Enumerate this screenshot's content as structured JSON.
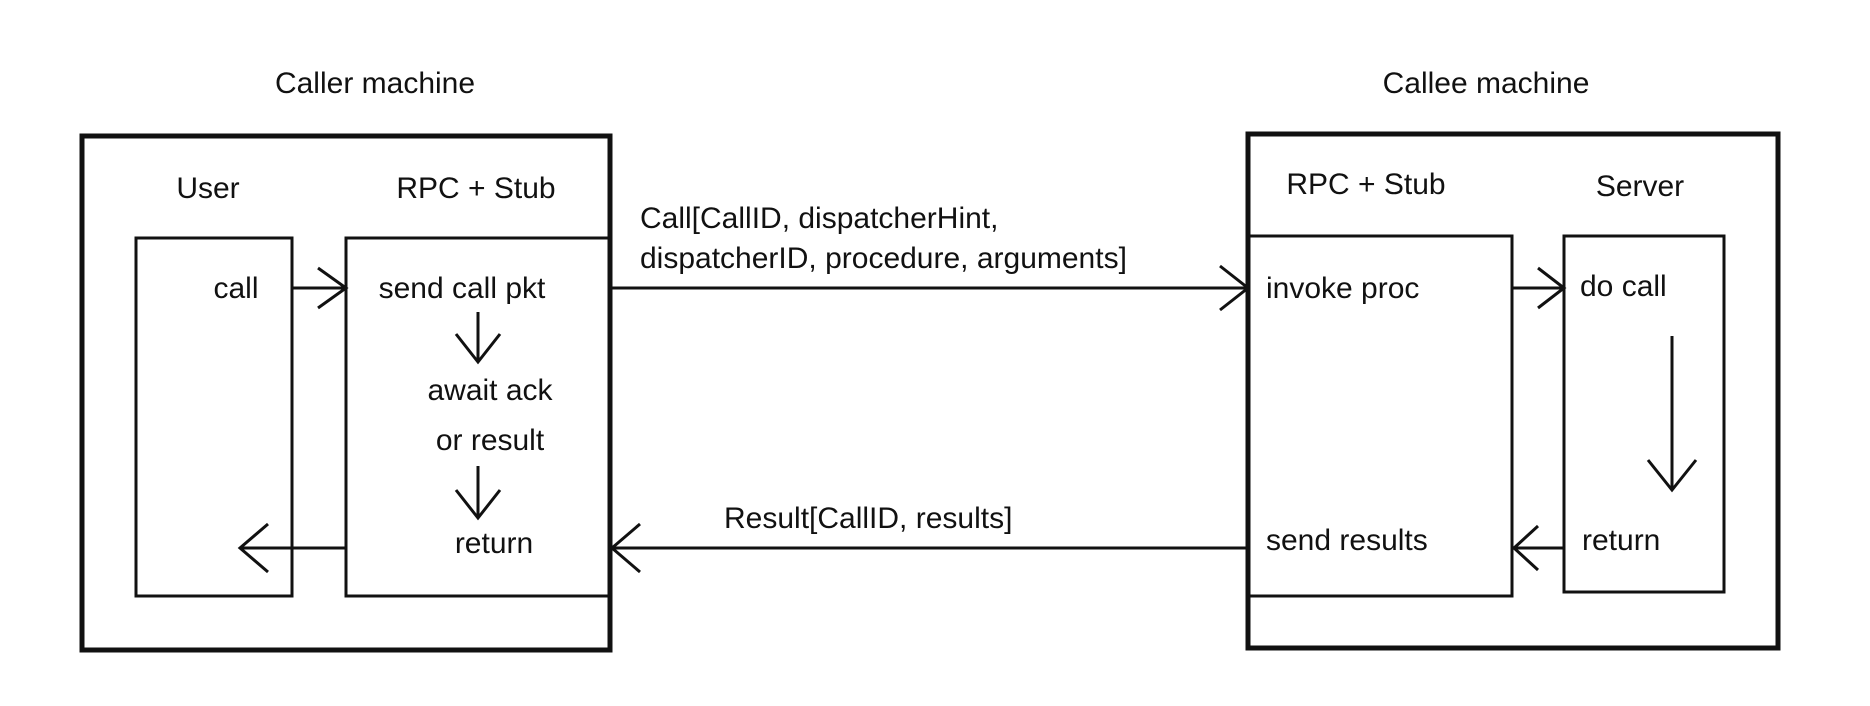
{
  "caller": {
    "title": "Caller machine",
    "user_column_label": "User",
    "stub_column_label": "RPC + Stub",
    "user_call_label": "call",
    "steps": [
      "send call pkt",
      "await ack",
      "or result",
      "return"
    ]
  },
  "callee": {
    "title": "Callee machine",
    "stub_column_label": "RPC + Stub",
    "server_column_label": "Server",
    "invoke_label": "invoke proc",
    "send_results_label": "send results",
    "do_call_label": "do call",
    "return_label": "return"
  },
  "messages": {
    "call_line1": "Call[CallID, dispatcherHint,",
    "call_line2": "dispatcherID, procedure, arguments]",
    "result": "Result[CallID, results]"
  },
  "colors": {
    "ink": "#111111",
    "background": "#ffffff"
  }
}
